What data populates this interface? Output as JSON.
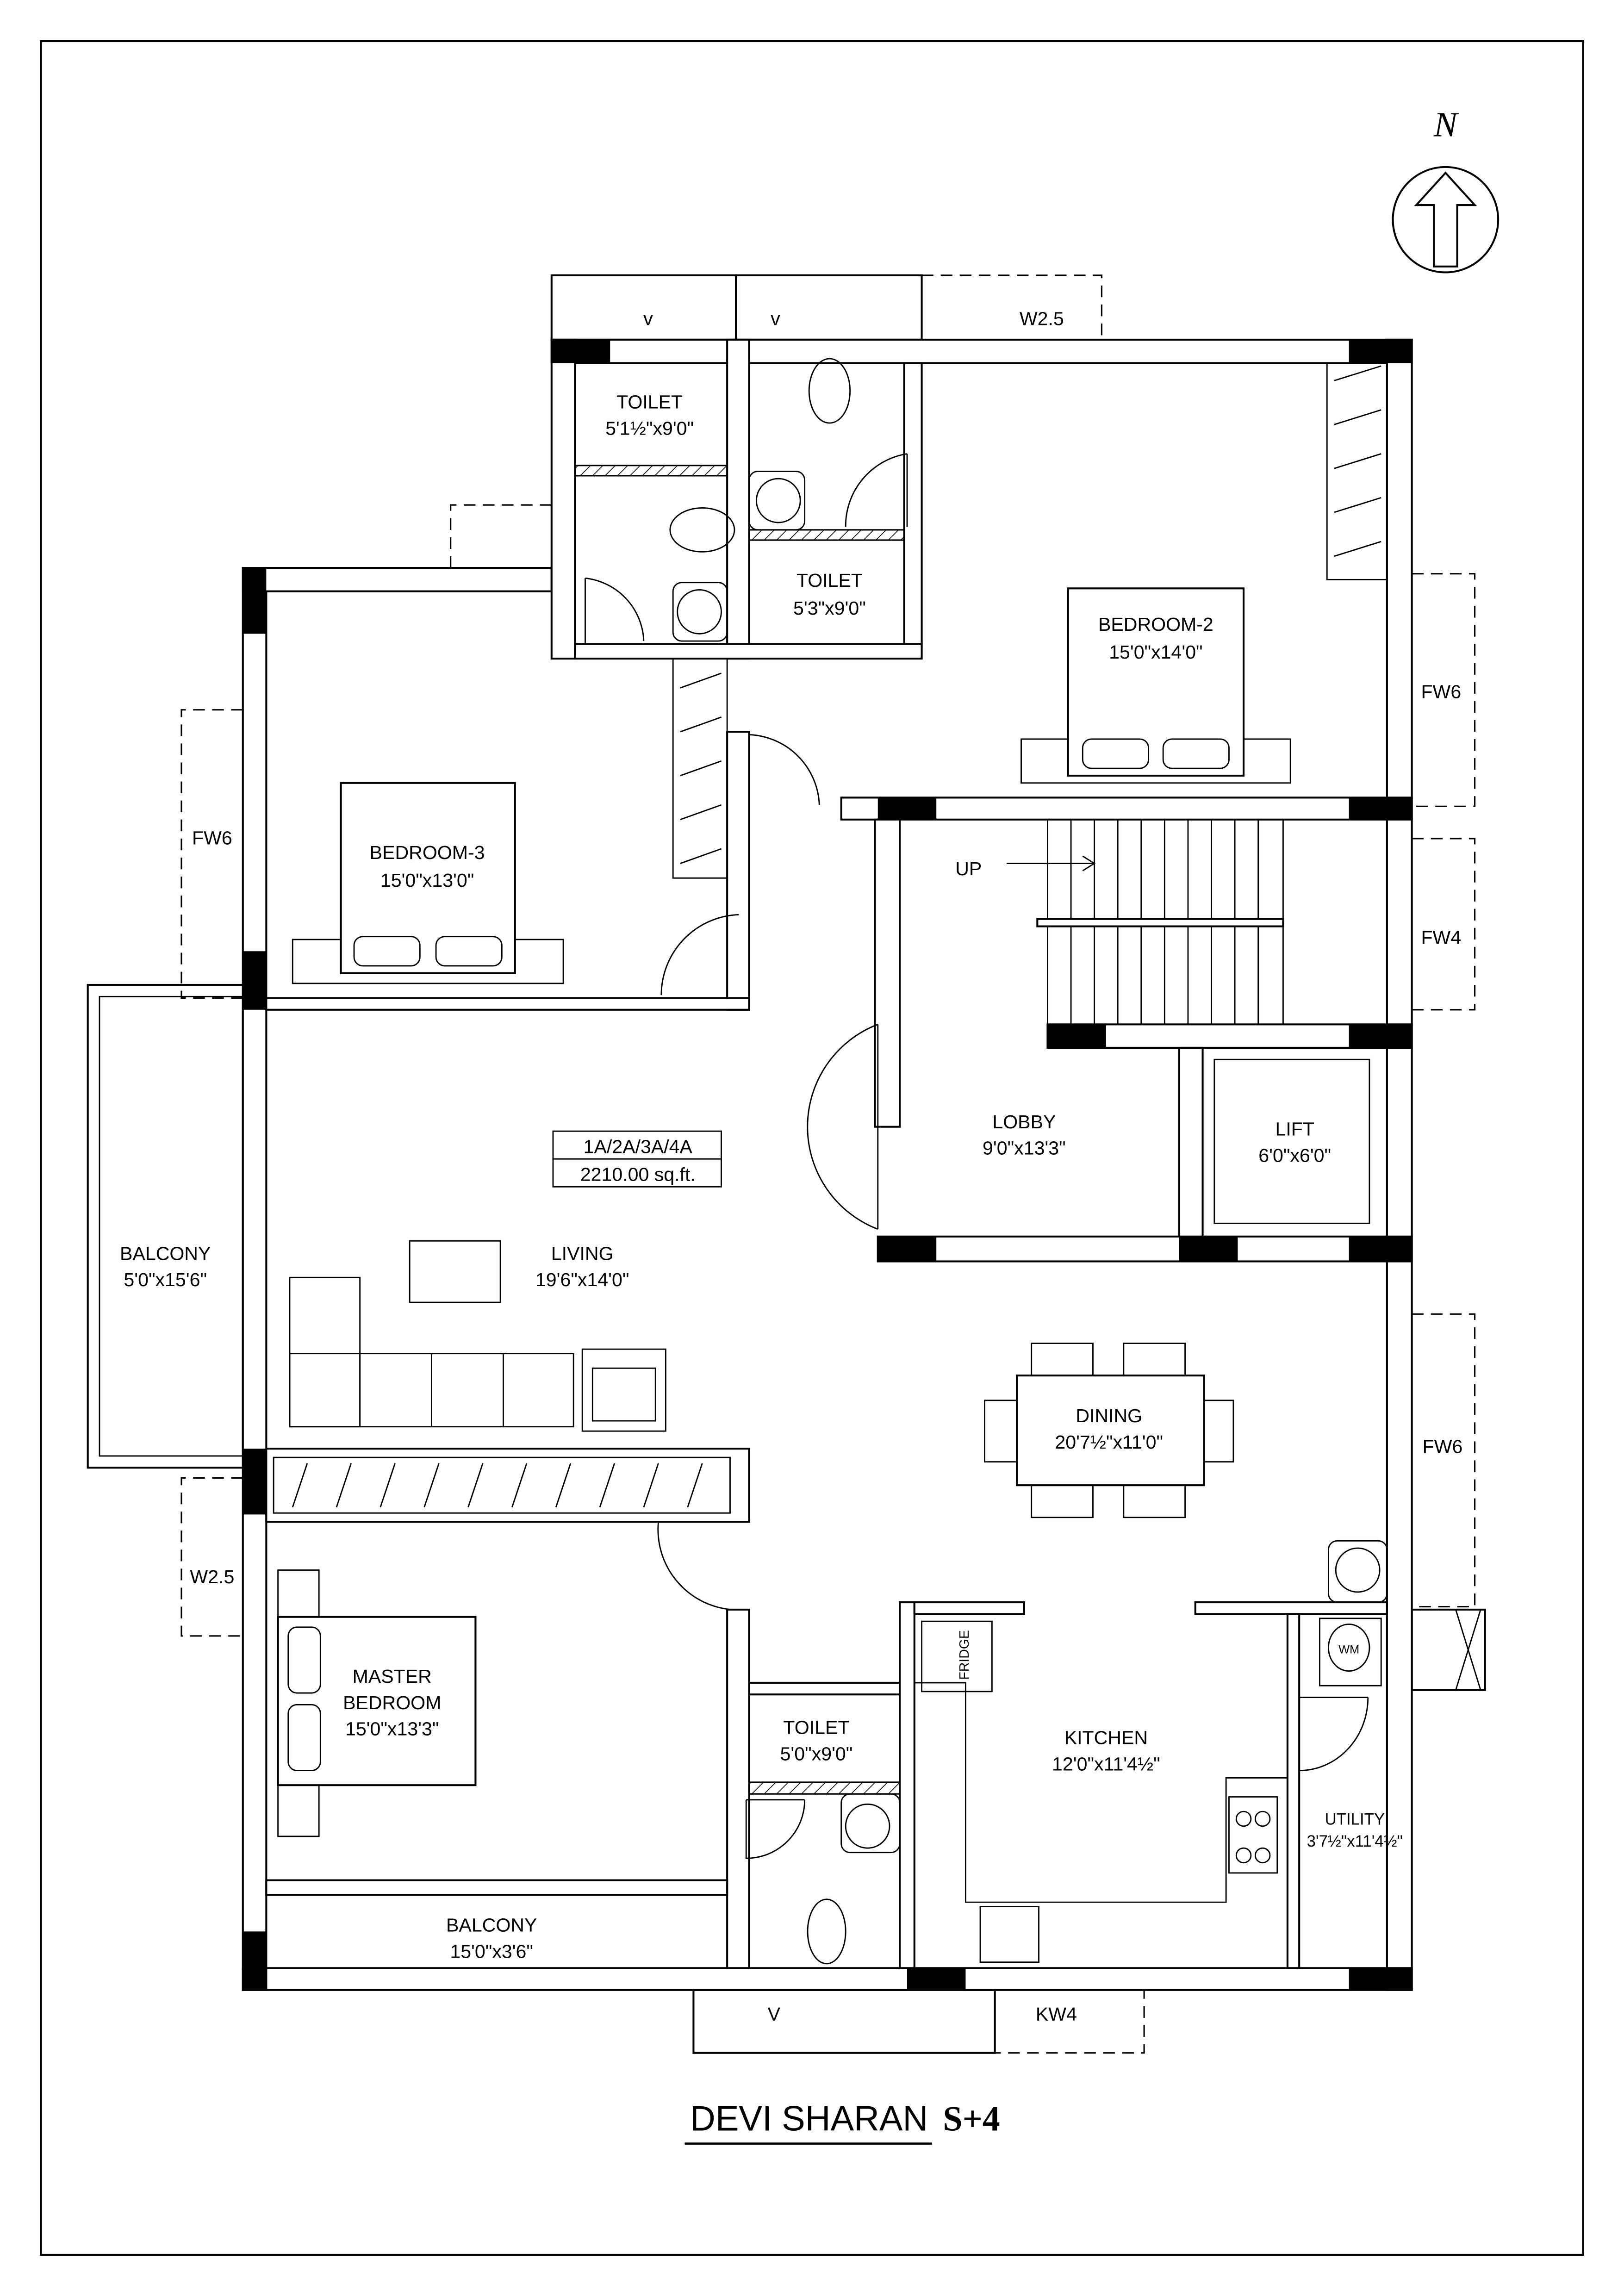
{
  "north": {
    "label": "N"
  },
  "title": {
    "main": "DEVI SHARAN",
    "suffix": "S+4"
  },
  "unit_box": {
    "units": "1A/2A/3A/4A",
    "area": "2210.00 sq.ft."
  },
  "rooms": {
    "toilet1": {
      "name": "TOILET",
      "size": "5'1½\"x9'0\""
    },
    "toilet2": {
      "name": "TOILET",
      "size": "5'3\"x9'0\""
    },
    "bedroom2": {
      "name": "BEDROOM-2",
      "size": "15'0\"x14'0\""
    },
    "bedroom3": {
      "name": "BEDROOM-3",
      "size": "15'0\"x13'0\""
    },
    "lobby": {
      "name": "LOBBY",
      "size": "9'0\"x13'3\""
    },
    "lift": {
      "name": "LIFT",
      "size": "6'0\"x6'0\""
    },
    "balcony_left": {
      "name": "BALCONY",
      "size": "5'0\"x15'6\""
    },
    "living": {
      "name": "LIVING",
      "size": "19'6\"x14'0\""
    },
    "dining": {
      "name": "DINING",
      "size": "20'7½\"x11'0\""
    },
    "master": {
      "name1": "MASTER",
      "name2": "BEDROOM",
      "size": "15'0\"x13'3\""
    },
    "toilet3": {
      "name": "TOILET",
      "size": "5'0\"x9'0\""
    },
    "kitchen": {
      "name": "KITCHEN",
      "size": "12'0\"x11'4½\""
    },
    "utility": {
      "name": "UTILITY",
      "size": "3'7½\"x11'4½\""
    },
    "balcony_bottom": {
      "name": "BALCONY",
      "size": "15'0\"x3'6\""
    }
  },
  "windows": {
    "top_v1": "v",
    "top_v2": "v",
    "top_w25": "W2.5",
    "right_fw6_top": "FW6",
    "left_fw6": "FW6",
    "right_fw4": "FW4",
    "right_fw6_bottom": "FW6",
    "left_w25": "W2.5",
    "bottom_v": "V",
    "bottom_kw4": "KW4"
  },
  "fixtures": {
    "stairs_up": "UP",
    "fridge": "FRIDGE",
    "washing_machine": "WM"
  }
}
